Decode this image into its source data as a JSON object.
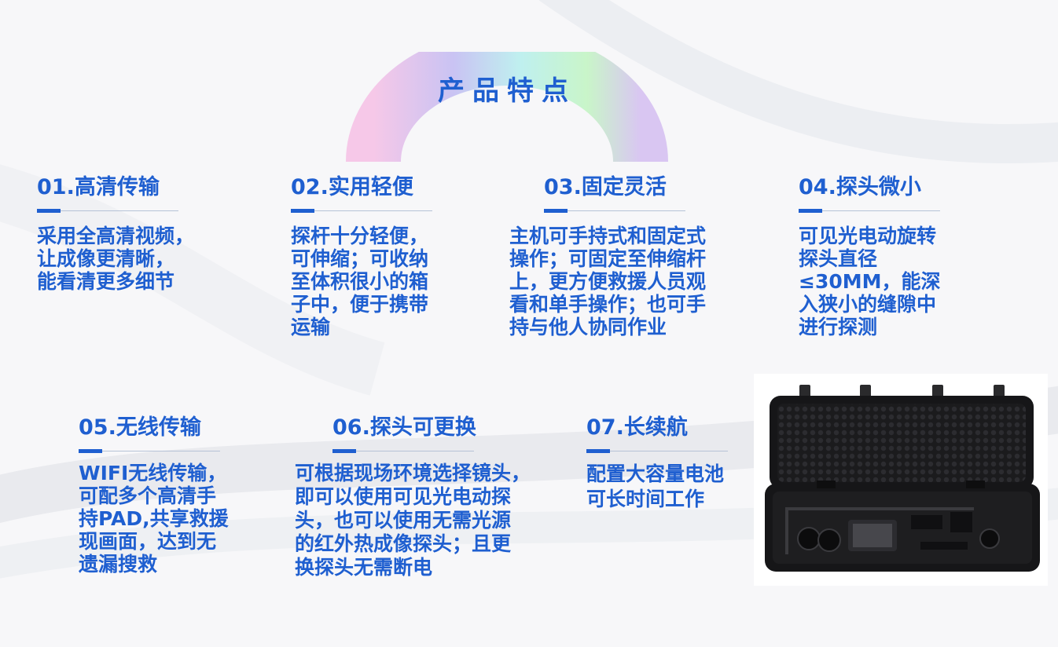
{
  "page_title": "产品特点",
  "features": [
    {
      "title": "01.高清传输",
      "body": "采用全高清视频，\n让成像更清晰，\n能看清更多细节"
    },
    {
      "title": "02.实用轻便",
      "body": "探杆十分轻便，\n可伸缩；可收纳\n至体积很小的箱\n子中，便于携带\n运输"
    },
    {
      "title": "03.固定灵活",
      "body": "主机可手持式和固定式\n操作；可固定至伸缩杆\n上，更方便救援人员观\n看和单手操作；也可手\n持与他人协同作业"
    },
    {
      "title": "04.探头微小",
      "body": "可见光电动旋转\n探头直径\n≤30MM，能深\n入狭小的缝隙中\n进行探测"
    },
    {
      "title": "05.无线传输",
      "body": "WIFI无线传输，\n可配多个高清手\n持PAD,共享救援\n现画面，达到无\n遗漏搜救"
    },
    {
      "title": "06.探头可更换",
      "body": "可根据现场环境选择镜头，\n即可以使用可见光电动探\n头，也可以使用无需光源\n的红外热成像探头；且更\n换探头无需断电"
    },
    {
      "title": "07.长续航",
      "body": "配置大容量电池\n可长时间工作"
    }
  ],
  "colors": {
    "accent": "#1f5fd0",
    "background": "#f7f7f9",
    "case": "#1c1c1e"
  }
}
